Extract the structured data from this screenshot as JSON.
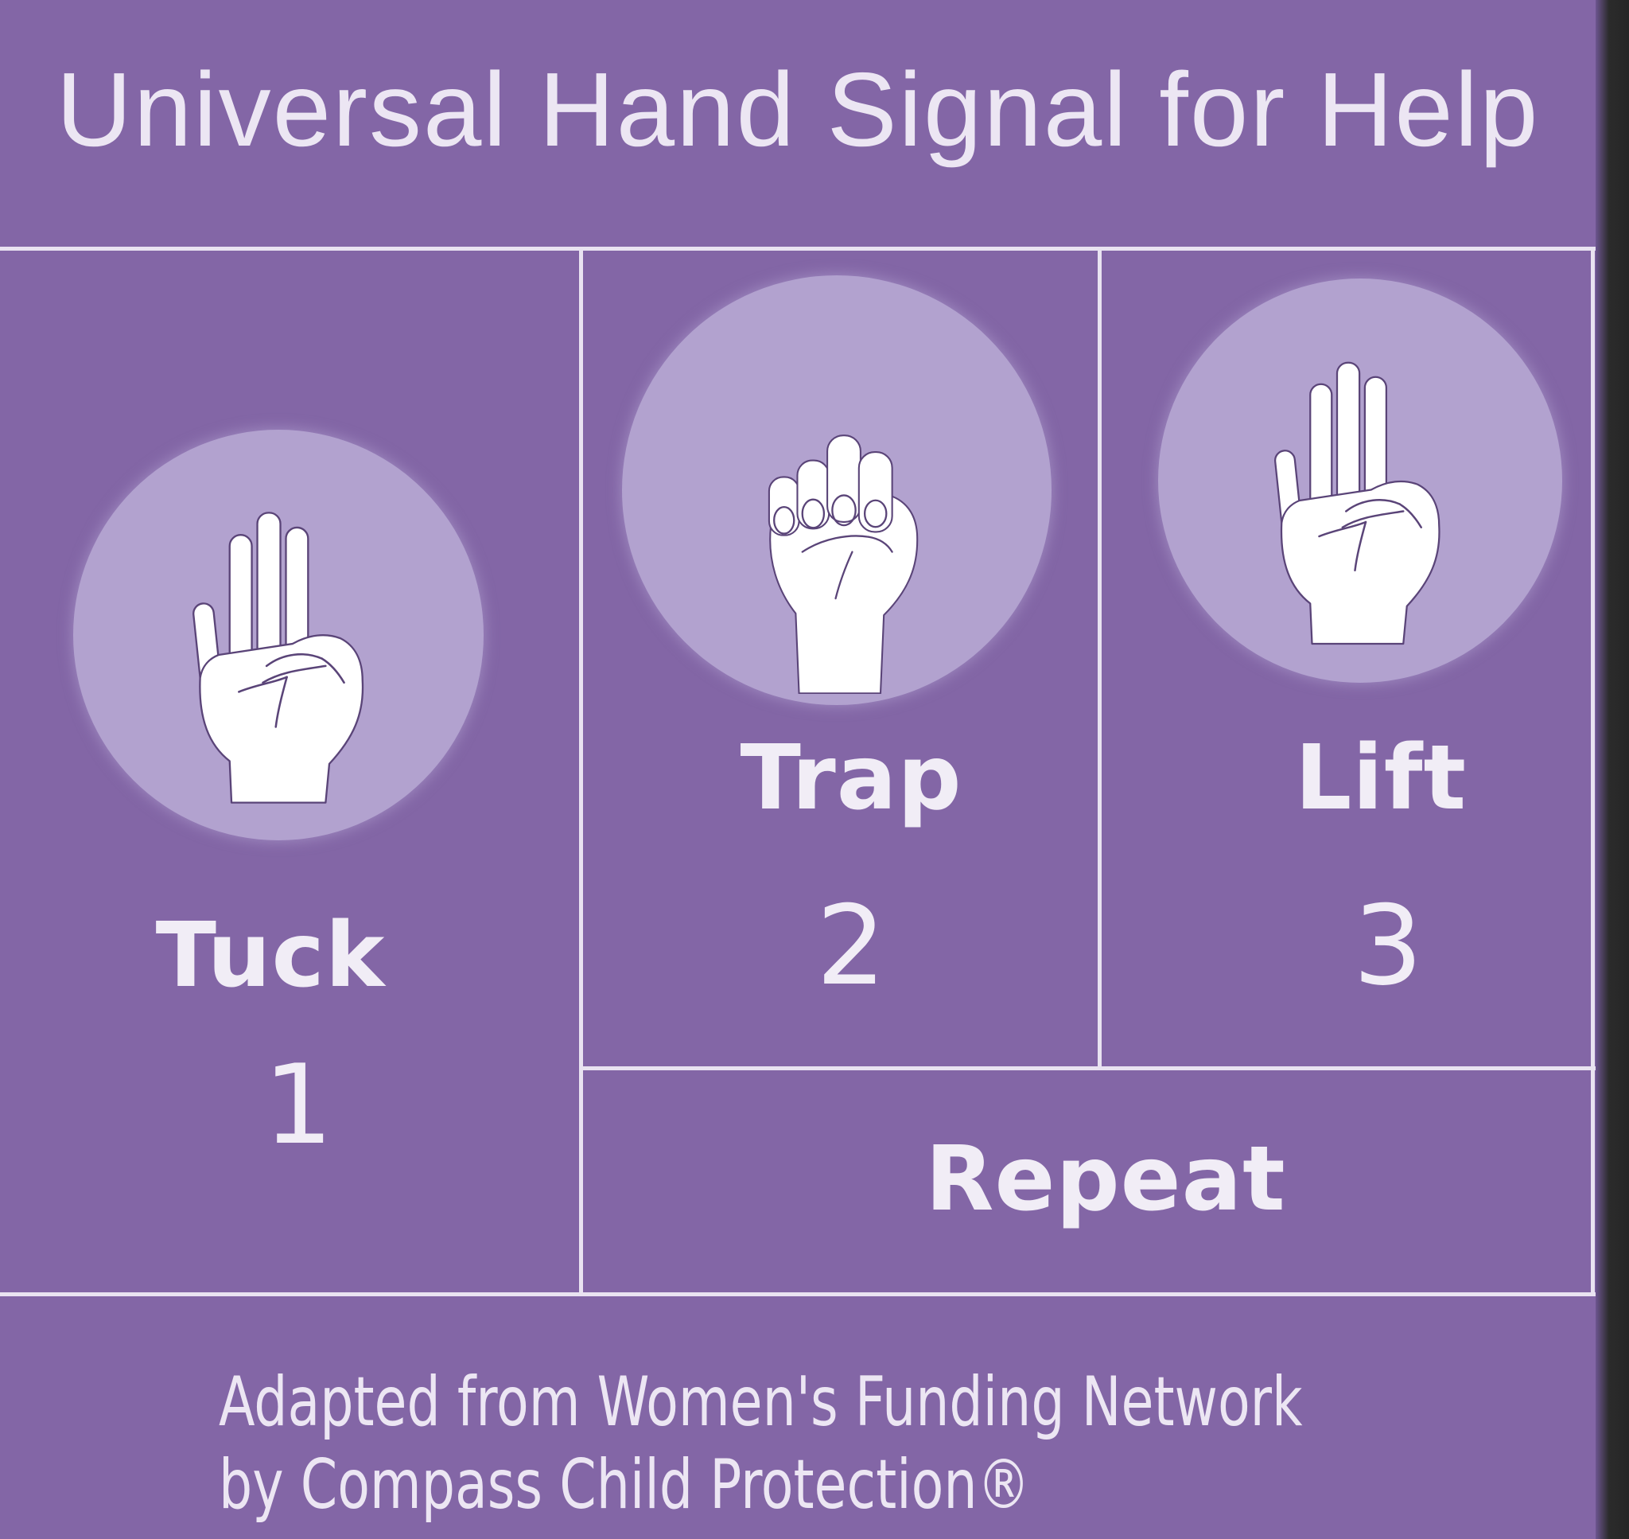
{
  "title": "Universal Hand Signal for Help",
  "steps": [
    {
      "label": "Tuck",
      "number": "1",
      "icon": "open-hand-thumb-tucked-icon"
    },
    {
      "label": "Trap",
      "number": "2",
      "icon": "closed-fist-icon"
    },
    {
      "label": "Lift",
      "number": "3",
      "icon": "open-hand-thumb-tucked-icon"
    }
  ],
  "repeat_label": "Repeat",
  "credit": {
    "line1": "Adapted from Women's Funding Network",
    "line2": "by Compass Child Protection®"
  },
  "colors": {
    "background": "#8366a6",
    "circle": "#b2a2cf",
    "lines": "#e9e3f1",
    "text": "#f1edf6"
  }
}
